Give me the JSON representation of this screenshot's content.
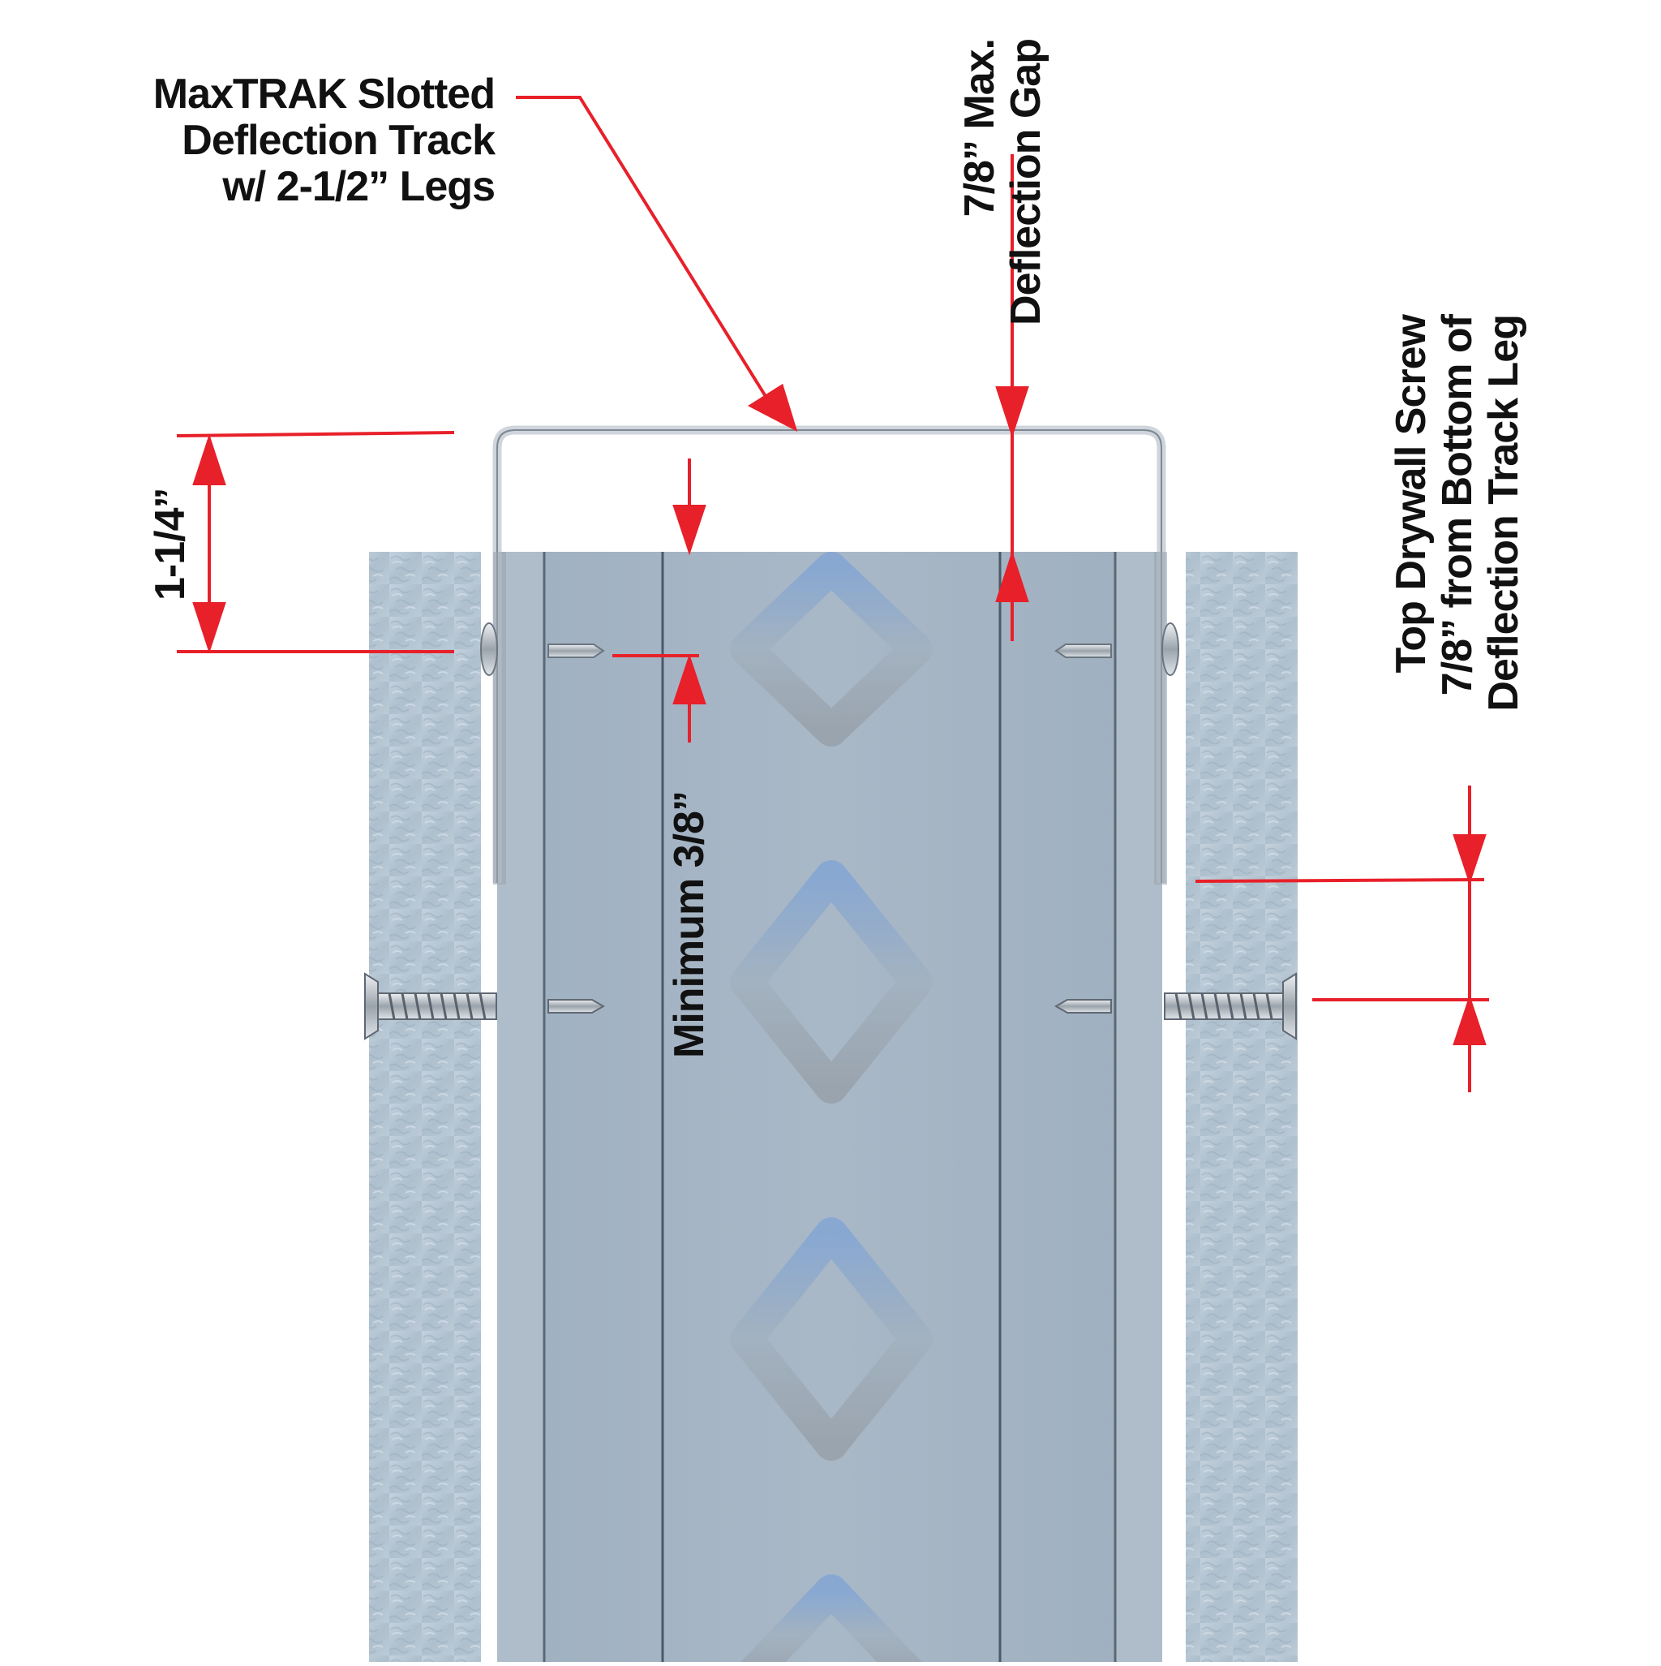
{
  "labels": {
    "track": [
      "MaxTRAK Slotted",
      "Deflection Track",
      "w/ 2-1/2” Legs"
    ],
    "gap": [
      "7/8” Max.",
      "Deflection Gap"
    ],
    "leg_depth": "1-1/4”",
    "min_gap": "Minimum 3/8”",
    "screw": [
      "Top Drywall Screw",
      "7/8” from Bottom of",
      "Deflection Track Leg"
    ]
  },
  "colors": {
    "dimension": "#e8202a",
    "text": "#111111",
    "stud": "#a3b3c3",
    "drywall": "#b6c6d3",
    "track": "#c7ced5"
  },
  "icons": [
    "drywall-screw-icon",
    "screw-head-icon"
  ]
}
